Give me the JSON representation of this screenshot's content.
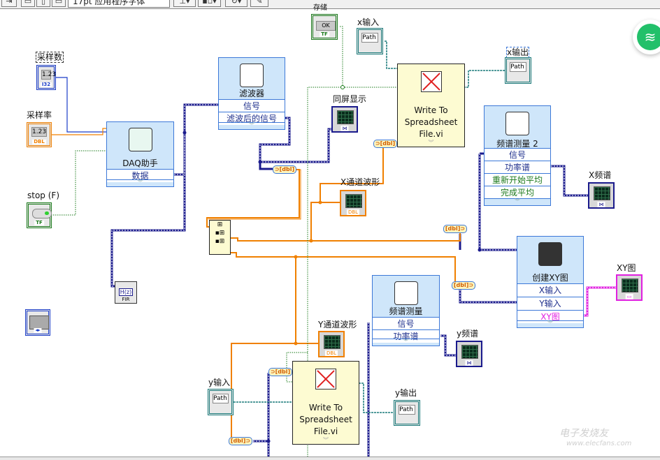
{
  "toolbar": {
    "font_select": "17pt 应用程序字体",
    "icons": [
      "run-arrow-icon",
      "align-icon",
      "distribute-icon",
      "resize-icon",
      "reorder-icon",
      "cleanup-icon"
    ]
  },
  "controls": {
    "samples": {
      "label": "采样数",
      "value": "1.23",
      "type": "I32"
    },
    "rate": {
      "label": "采样率",
      "value": "1.23",
      "type": "DBL"
    },
    "stop": {
      "label": "stop (F)",
      "type": "TF"
    },
    "save": {
      "label": "存储",
      "button": "OK",
      "type": "TF"
    },
    "x_in": {
      "label": "x输入",
      "value": "Path"
    },
    "x_out": {
      "label": "x输出",
      "value": "Path"
    },
    "y_in": {
      "label": "y输入",
      "value": "Path"
    },
    "y_out": {
      "label": "y输出",
      "value": "Path"
    }
  },
  "express_vis": {
    "daq": {
      "title": "DAQ助手",
      "rows": [
        "数据"
      ]
    },
    "filter": {
      "title": "滤波器",
      "rows": [
        "信号",
        "滤波后的信号"
      ]
    },
    "spectrum2": {
      "title": "频谱测量 2",
      "rows": [
        "信号",
        "功率谱",
        "重新开始平均",
        "完成平均"
      ]
    },
    "spectrum": {
      "title": "频谱测量",
      "rows": [
        "信号",
        "功率谱"
      ]
    },
    "xy": {
      "title": "创建XY图",
      "rows": [
        "X输入",
        "Y输入",
        "XY图"
      ]
    }
  },
  "subvis": {
    "write_x": {
      "title": [
        "Write To",
        "Spreadsheet",
        "File.vi"
      ]
    },
    "write_y": {
      "title": [
        "Write To",
        "Spreadsheet",
        "File.vi"
      ]
    },
    "fir": {
      "label": "FIR",
      "glyph": "H(z)"
    }
  },
  "indicators": {
    "sync": {
      "label": "同屏显示"
    },
    "x_wave": {
      "label": "X通道波形",
      "type": "DBL"
    },
    "y_wave": {
      "label": "Y通道波形",
      "type": "DBL"
    },
    "x_spec": {
      "label": "X频谱"
    },
    "y_spec": {
      "label": "y频谱"
    },
    "xy_graph": {
      "label": "XY图"
    }
  },
  "converters": {
    "to_dbl": "⊃[dbl]",
    "from_dbl": "[dbl]⊃"
  },
  "watermark": {
    "brand": "电子发烧友",
    "url": "www.elecfans.com"
  },
  "colors": {
    "dynamic_wire": "#1a1a8c",
    "dbl_wire": "#f08000",
    "bool_wire": "#1a7a1a",
    "path_wire": "#1a7a7a",
    "cluster_wire": "#e020e0",
    "express_bg": "#cfe6fa",
    "subvi_bg": "#fdfbd2"
  }
}
